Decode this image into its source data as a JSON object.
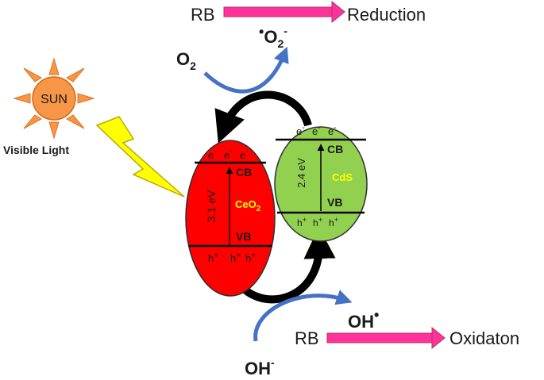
{
  "top_reaction": {
    "reactant": "RB",
    "product": "Reduction"
  },
  "bottom_reaction": {
    "reactant": "RB",
    "product": "Oxidaton"
  },
  "oxygen": {
    "reactant": "O",
    "reactant_sub": "2",
    "product_dot": "•",
    "product": "O",
    "product_sub": "2",
    "product_sup": "-"
  },
  "hydroxide": {
    "reactant": "OH",
    "reactant_sup": "-",
    "product": "OH",
    "product_dot": "•"
  },
  "sun": {
    "label": "SUN",
    "caption": "Visible Light"
  },
  "ceo2": {
    "band_gap": "3.1 eV",
    "name": "CeO",
    "name_sub": "2",
    "cb": "CB",
    "vb": "VB",
    "electrons": [
      "e",
      "e",
      "e"
    ],
    "holes": [
      "h",
      "h",
      "h"
    ],
    "minus": "-",
    "plus": "+"
  },
  "cds": {
    "band_gap": "2.4 eV",
    "name": "CdS",
    "cb": "CB",
    "vb": "VB",
    "electrons": [
      "e",
      "e",
      "e"
    ],
    "holes": [
      "h",
      "h",
      "h"
    ],
    "minus": "-",
    "plus": "+"
  },
  "colors": {
    "ceo2_fill": "#ff0000",
    "cds_fill": "#92d050",
    "label_yellow": "#ffff00",
    "reaction_arrow": "#ff3399",
    "blue_arrow": "#4472c4",
    "sun_fill": "#f79646",
    "lightning": "#ffff00"
  }
}
